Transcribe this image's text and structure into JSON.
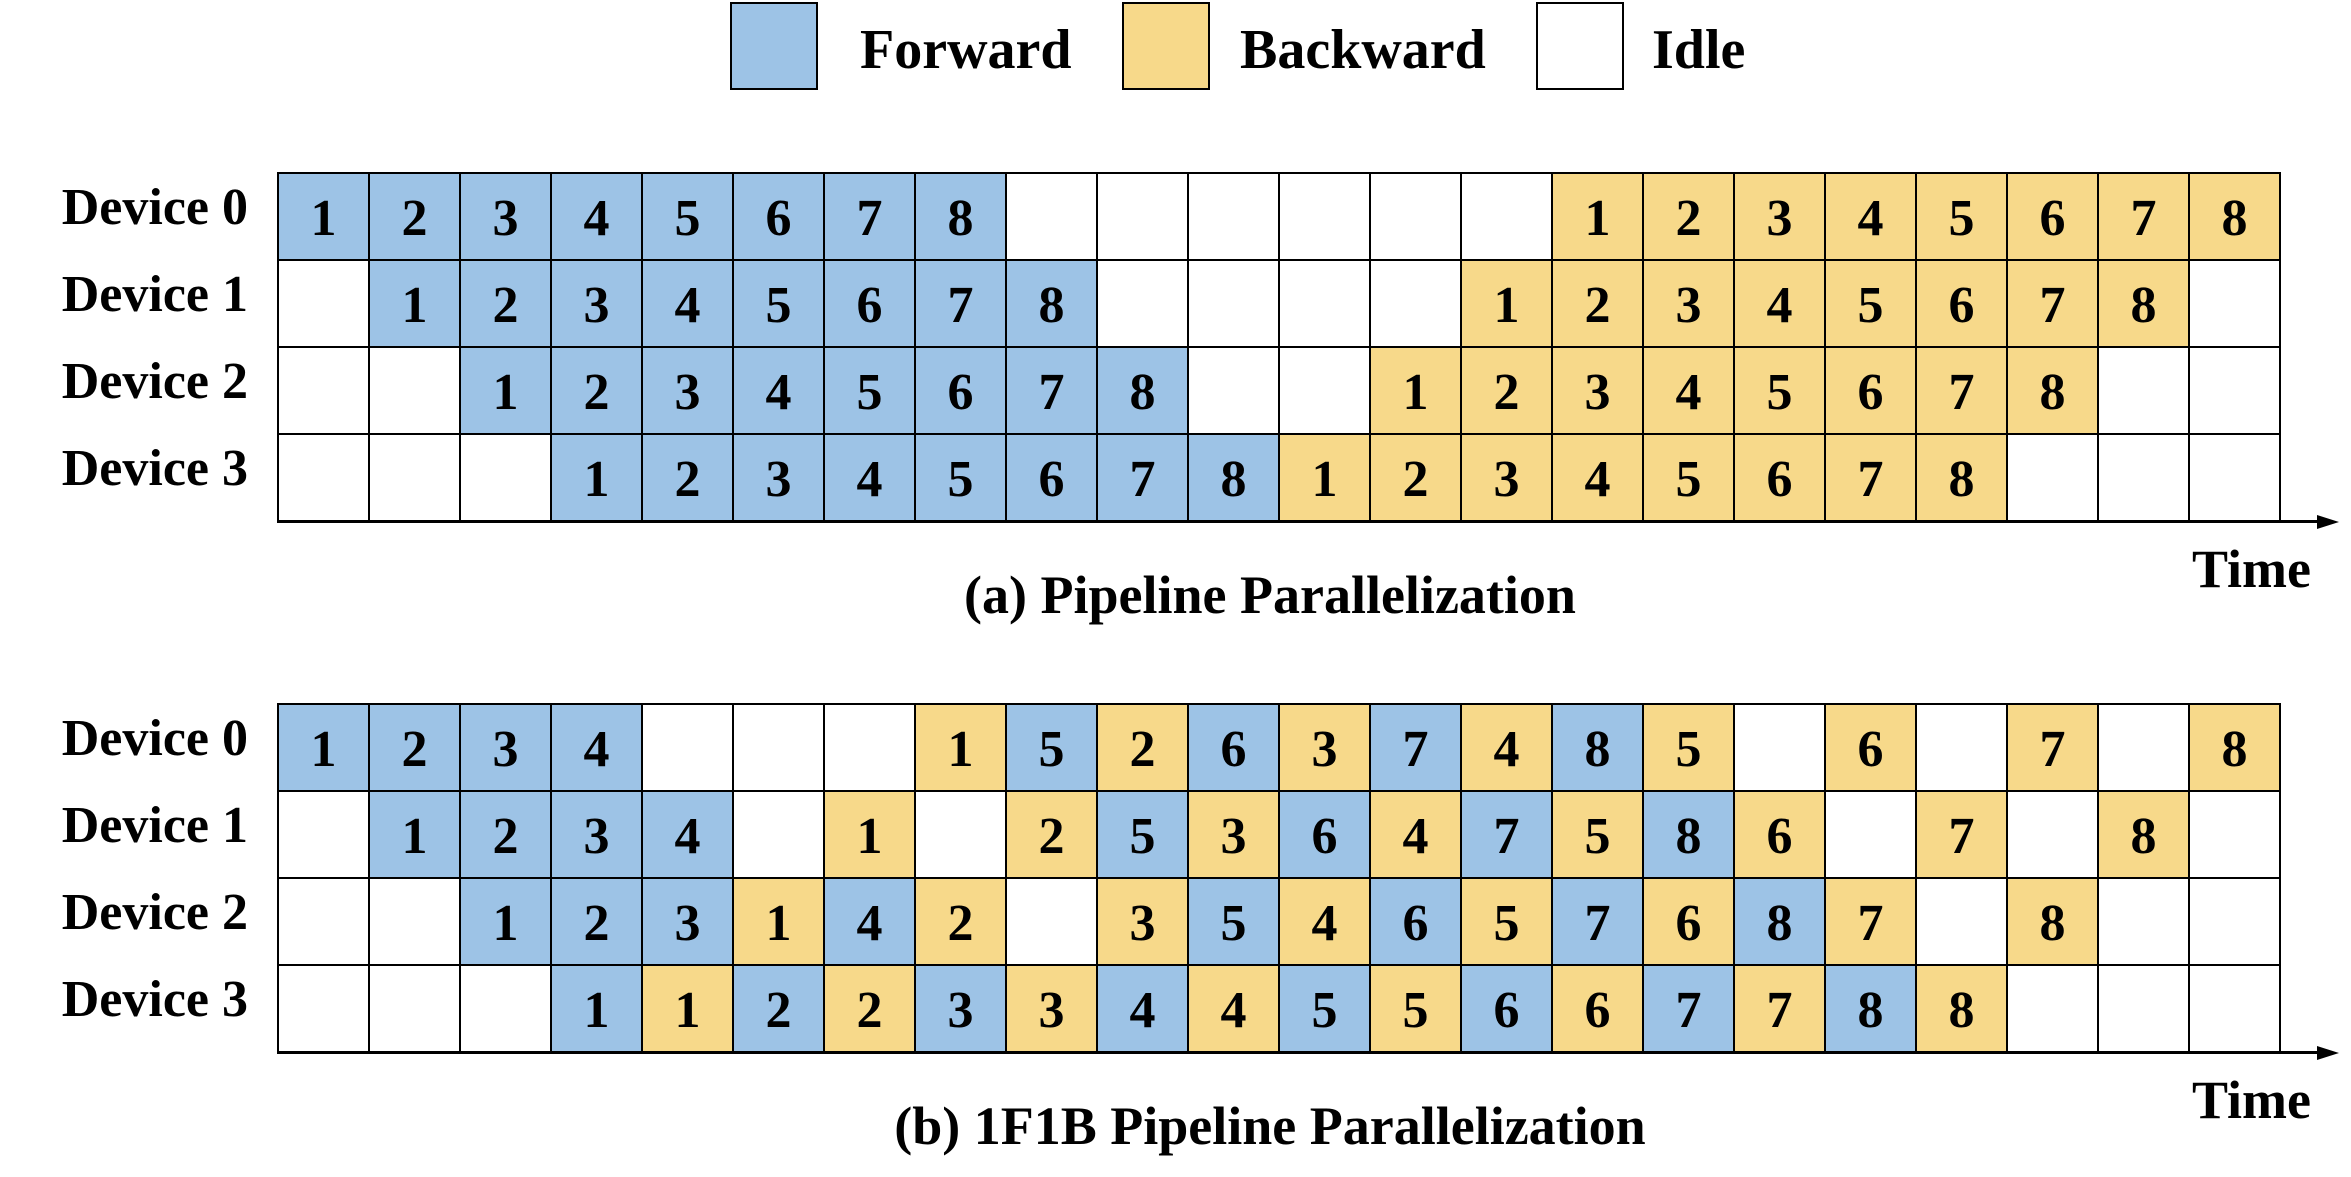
{
  "colors": {
    "forward": "#9DC3E6",
    "backward": "#F7D98A",
    "idle": "#FFFFFF"
  },
  "legend": [
    {
      "label": "Forward",
      "kind": "F"
    },
    {
      "label": "Backward",
      "kind": "B"
    },
    {
      "label": "Idle",
      "kind": "I"
    }
  ],
  "panels": [
    {
      "title": "(a) Pipeline Parallelization",
      "time_label": "Time",
      "devices": [
        {
          "label": "Device 0",
          "cells": [
            "F1",
            "F2",
            "F3",
            "F4",
            "F5",
            "F6",
            "F7",
            "F8",
            "I",
            "I",
            "I",
            "I",
            "I",
            "I",
            "B1",
            "B2",
            "B3",
            "B4",
            "B5",
            "B6",
            "B7",
            "B8"
          ]
        },
        {
          "label": "Device 1",
          "cells": [
            "I",
            "F1",
            "F2",
            "F3",
            "F4",
            "F5",
            "F6",
            "F7",
            "F8",
            "I",
            "I",
            "I",
            "I",
            "B1",
            "B2",
            "B3",
            "B4",
            "B5",
            "B6",
            "B7",
            "B8",
            "I"
          ]
        },
        {
          "label": "Device 2",
          "cells": [
            "I",
            "I",
            "F1",
            "F2",
            "F3",
            "F4",
            "F5",
            "F6",
            "F7",
            "F8",
            "I",
            "I",
            "B1",
            "B2",
            "B3",
            "B4",
            "B5",
            "B6",
            "B7",
            "B8",
            "I",
            "I"
          ]
        },
        {
          "label": "Device 3",
          "cells": [
            "I",
            "I",
            "I",
            "F1",
            "F2",
            "F3",
            "F4",
            "F5",
            "F6",
            "F7",
            "F8",
            "B1",
            "B2",
            "B3",
            "B4",
            "B5",
            "B6",
            "B7",
            "B8",
            "I",
            "I",
            "I"
          ]
        }
      ]
    },
    {
      "title": "(b) 1F1B Pipeline Parallelization",
      "time_label": "Time",
      "devices": [
        {
          "label": "Device 0",
          "cells": [
            "F1",
            "F2",
            "F3",
            "F4",
            "I",
            "I",
            "I",
            "B1",
            "F5",
            "B2",
            "F6",
            "B3",
            "F7",
            "B4",
            "F8",
            "B5",
            "I",
            "B6",
            "I",
            "B7",
            "I",
            "B8"
          ]
        },
        {
          "label": "Device 1",
          "cells": [
            "I",
            "F1",
            "F2",
            "F3",
            "F4",
            "I",
            "B1",
            "I",
            "B2",
            "F5",
            "B3",
            "F6",
            "B4",
            "F7",
            "B5",
            "F8",
            "B6",
            "I",
            "B7",
            "I",
            "B8",
            "I"
          ]
        },
        {
          "label": "Device 2",
          "cells": [
            "I",
            "I",
            "F1",
            "F2",
            "F3",
            "B1",
            "F4",
            "B2",
            "I",
            "B3",
            "F5",
            "B4",
            "F6",
            "B5",
            "F7",
            "B6",
            "F8",
            "B7",
            "I",
            "B8",
            "I",
            "I"
          ]
        },
        {
          "label": "Device 3",
          "cells": [
            "I",
            "I",
            "I",
            "F1",
            "B1",
            "F2",
            "B2",
            "F3",
            "B3",
            "F4",
            "B4",
            "F5",
            "B5",
            "F6",
            "B6",
            "F7",
            "B7",
            "F8",
            "B8",
            "I",
            "I",
            "I"
          ]
        }
      ]
    }
  ]
}
